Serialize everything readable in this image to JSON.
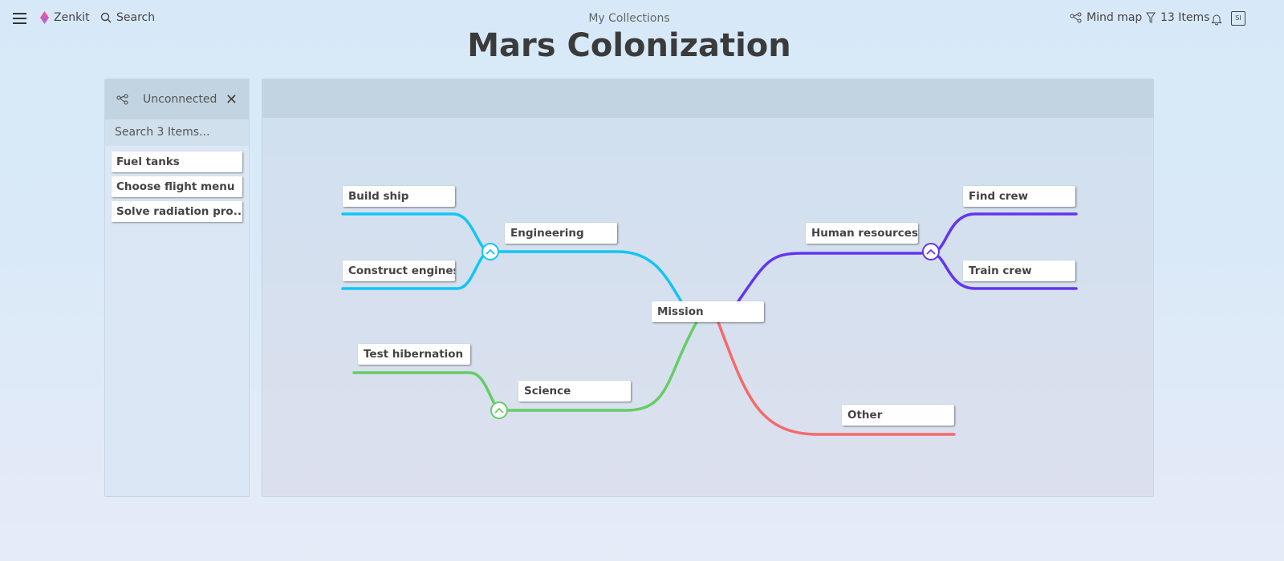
{
  "topbar": {
    "brand": "Zenkit",
    "search": "Search",
    "collection": "My Collections",
    "title": "Mars Colonization",
    "view": "Mind map",
    "items": "13 Items",
    "avatar": "SI"
  },
  "sidebar": {
    "title": "Unconnected",
    "search_placeholder": "Search 3 Items...",
    "items": [
      "Fuel tanks",
      "Choose flight menu",
      "Solve radiation pro..."
    ]
  },
  "mindmap": {
    "root": "Mission",
    "nodes": {
      "engineering": "Engineering",
      "build_ship": "Build ship",
      "construct_engines": "Construct engines",
      "science": "Science",
      "test_hibernation": "Test hibernation",
      "human_resources": "Human resources",
      "find_crew": "Find crew",
      "train_crew": "Train crew",
      "other": "Other"
    },
    "colors": {
      "engineering": "#14c4f5",
      "science": "#66cc66",
      "human_resources": "#6236f0",
      "other": "#f46a6a"
    }
  }
}
